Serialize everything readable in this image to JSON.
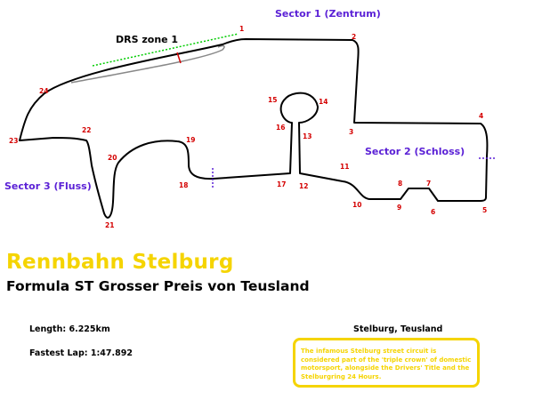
{
  "track": {
    "title": "Rennbahn Stelburg",
    "event": "Formula ST Grosser Preis von Teusland",
    "location": "Stelburg, Teusland",
    "length_label": "Length: 6.225km",
    "fastest_lap_label": "Fastest Lap: 1:47.892",
    "description": "The infamous Stelburg street circuit is considered part of the 'triple crown' of domestic motorsport, alongside the Drivers' Title and the Stelburgring 24 Hours."
  },
  "labels": {
    "drs_zone": "DRS zone 1",
    "sector1": "Sector 1 (Zentrum)",
    "sector2": "Sector 2 (Schloss)",
    "sector3": "Sector 3 (Fluss)"
  },
  "corners": [
    "1",
    "2",
    "3",
    "4",
    "5",
    "6",
    "7",
    "8",
    "9",
    "10",
    "11",
    "12",
    "13",
    "14",
    "15",
    "16",
    "17",
    "18",
    "19",
    "20",
    "21",
    "22",
    "23",
    "24"
  ],
  "colors": {
    "accent": "#f5d400",
    "sector": "#5b21d6",
    "corner": "#d40000",
    "drs": "#00cc00",
    "track": "#000000"
  }
}
